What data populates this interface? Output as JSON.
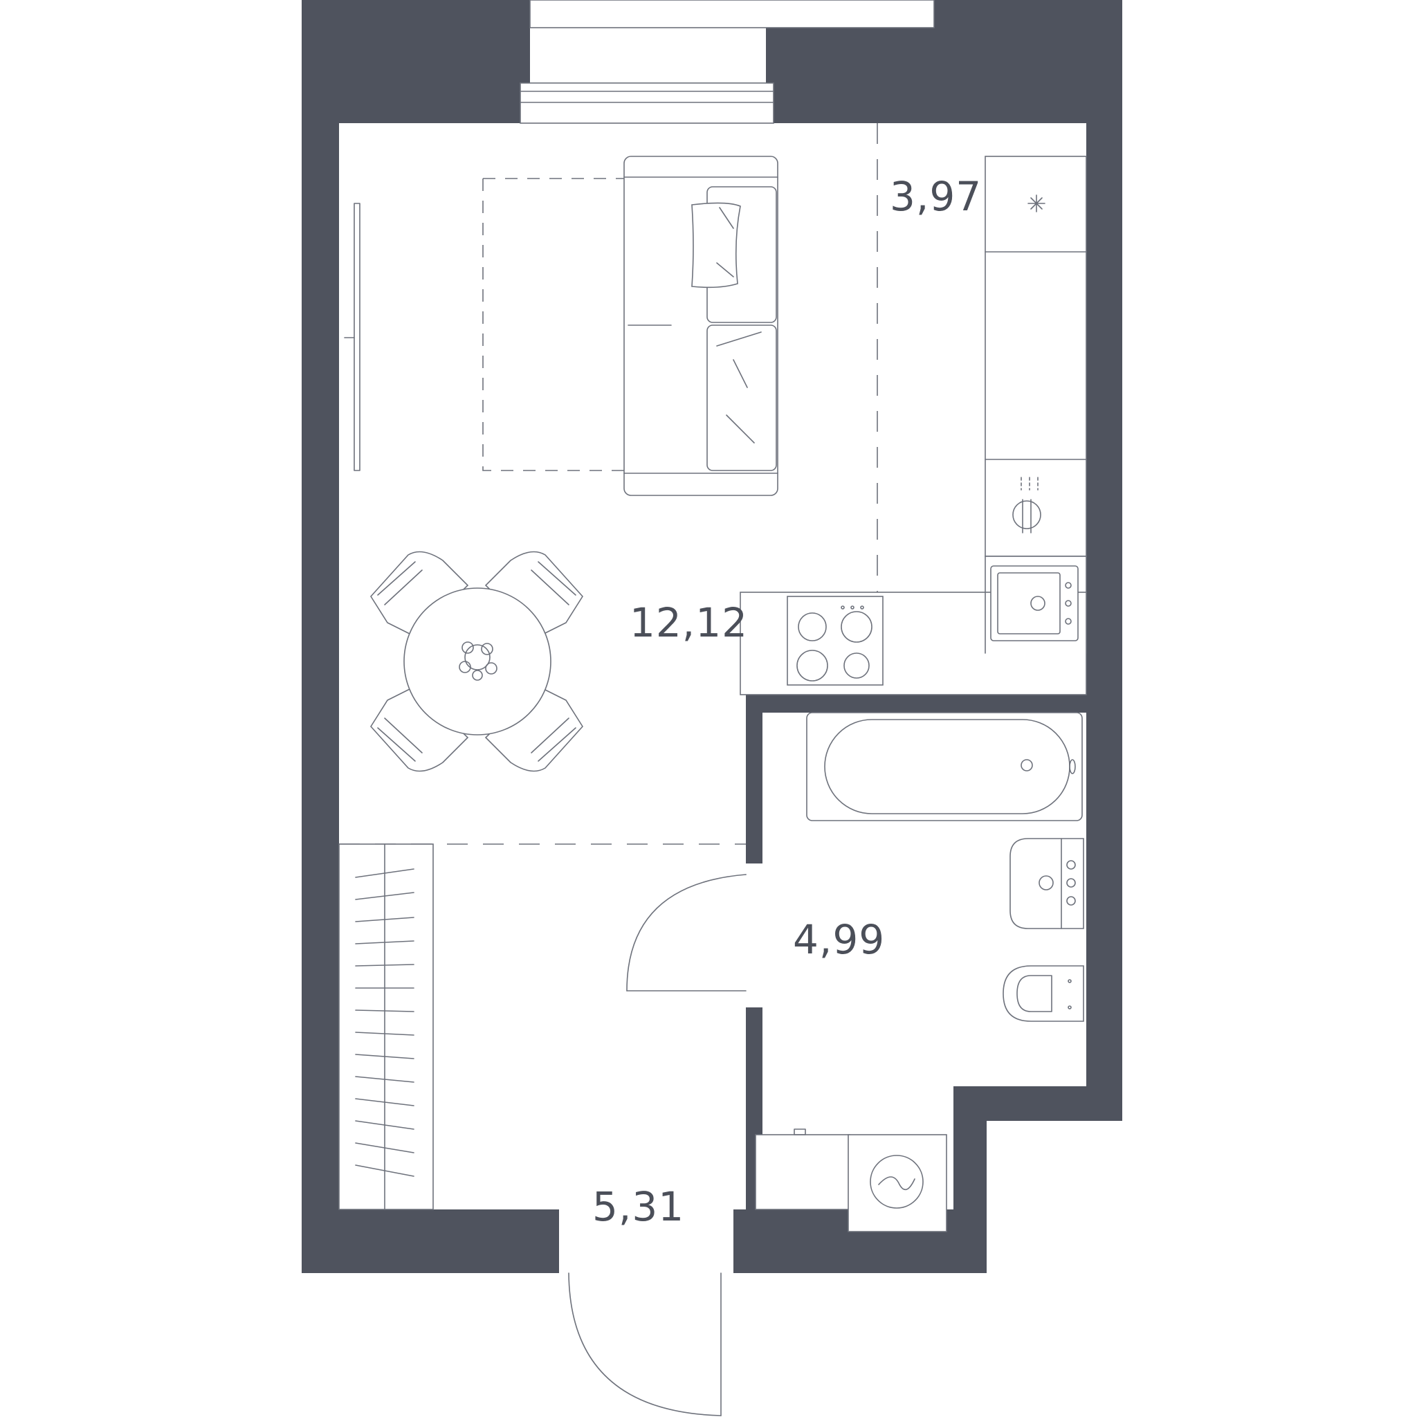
{
  "colors": {
    "wall": "#4f535e",
    "line": "#6d717b",
    "label": "#4b4f59",
    "background": "#ffffff"
  },
  "rooms": [
    {
      "id": "living",
      "area": "12,12"
    },
    {
      "id": "kitchen",
      "area": "3,97"
    },
    {
      "id": "bathroom",
      "area": "4,99"
    },
    {
      "id": "hallway",
      "area": "5,31"
    }
  ],
  "icons": [
    "sofa-icon",
    "dining-table-icon",
    "chair-icon",
    "plant-icon",
    "tv-icon",
    "fridge-icon",
    "dishwasher-icon",
    "sink-icon",
    "cooktop-icon",
    "bathtub-icon",
    "washbasin-icon",
    "toilet-icon",
    "washing-machine-icon",
    "wardrobe-icon",
    "door-icon",
    "window-icon"
  ]
}
